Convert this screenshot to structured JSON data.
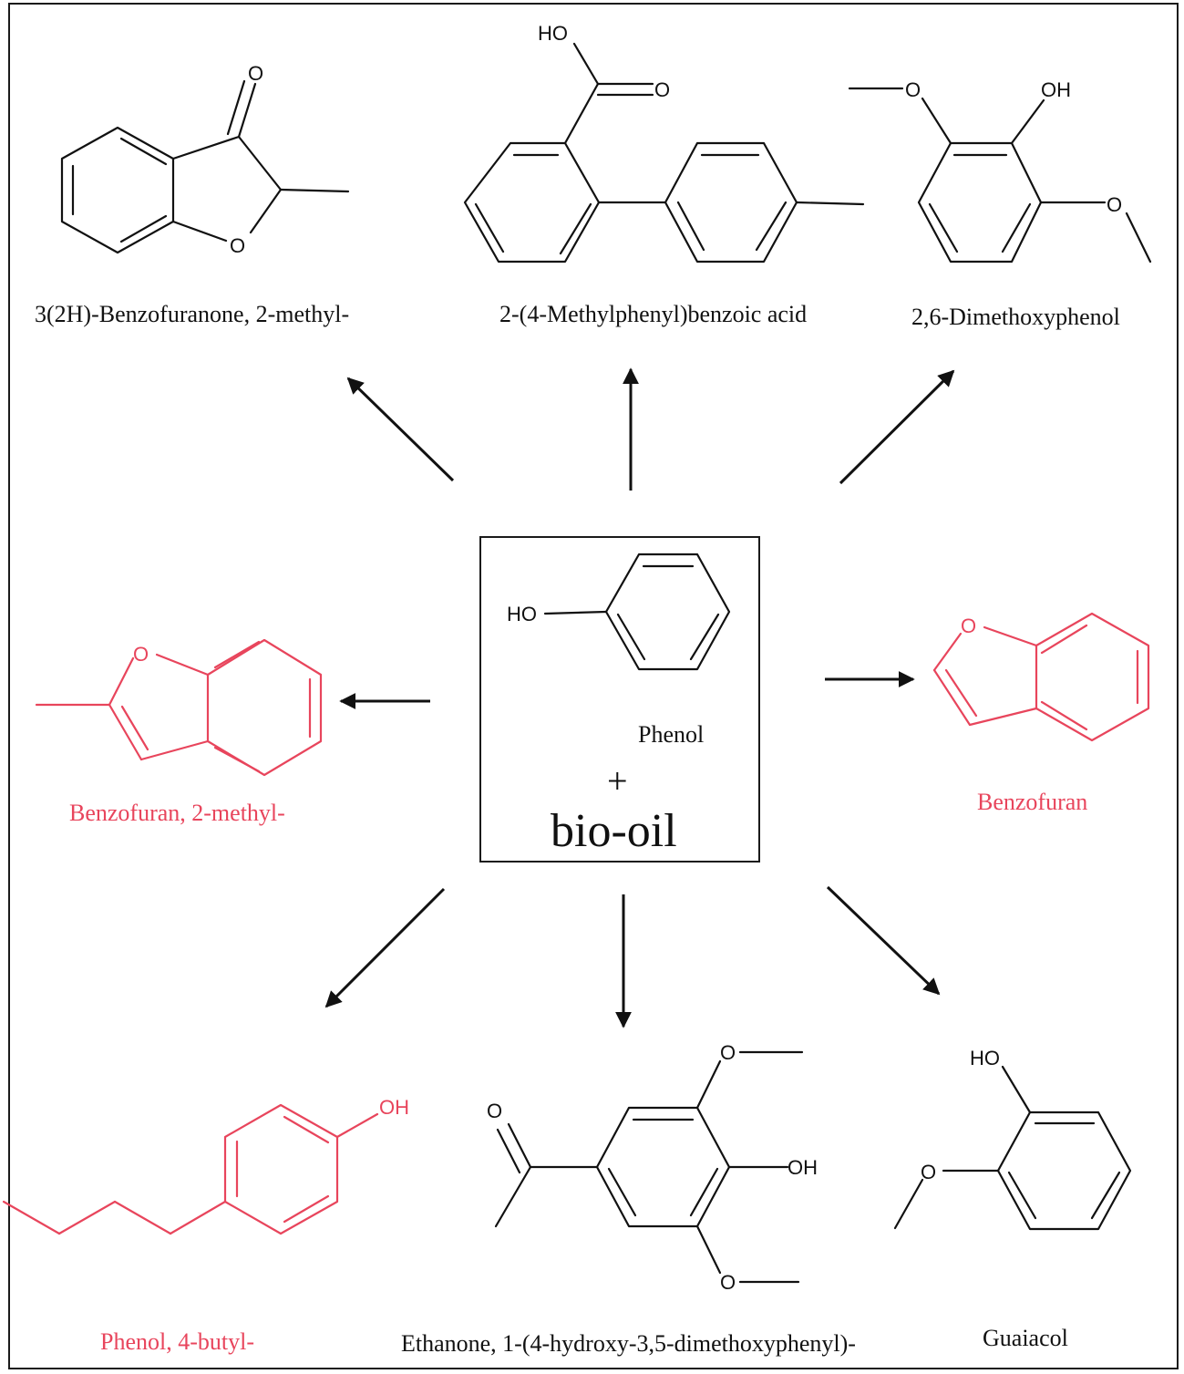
{
  "products": {
    "benzofuranone": "3(2H)-Benzofuranone, 2-methyl-",
    "methylphenylbenzoic": "2-(4-Methylphenyl)benzoic acid",
    "dimethoxyphenol": "2,6-Dimethoxyphenol",
    "methylbenzofuran": "Benzofuran, 2-methyl-",
    "benzofuran": "Benzofuran",
    "butylphenol": "Phenol, 4-butyl-",
    "ethanone": "Ethanone, 1-(4-hydroxy-3,5-dimethoxyphenyl)-",
    "guaiacol": "Guaiacol"
  },
  "center": {
    "phenol_label": "Phenol",
    "plus": "+",
    "bio_oil": "bio-oil"
  },
  "atoms": {
    "O": "O",
    "OH": "OH",
    "HO": "HO"
  },
  "colors": {
    "highlight": "#e8455c",
    "default": "#111111"
  }
}
